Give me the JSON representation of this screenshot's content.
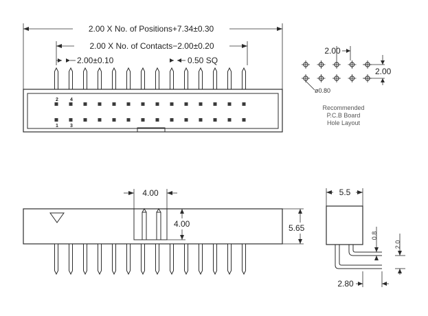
{
  "top_view": {
    "dim_overall": "2.00 X No. of Positions+7.34±0.30",
    "dim_contacts": "2.00 X No. of Contacts−2.00±0.20",
    "dim_pitch": "2.00±0.10",
    "dim_pin_size": "0.50 SQ",
    "pin_labels": {
      "p2": "2",
      "p4": "4",
      "p1": "1",
      "p3": "3"
    }
  },
  "hole_layout": {
    "dim_pitch_x": "2.00",
    "dim_pitch_y": "2.00",
    "dim_hole": "ø0.80",
    "caption_line1": "Recommended",
    "caption_line2": "P.C.B Board",
    "caption_line3": "Hole Layout"
  },
  "front_view": {
    "dim_key_width": "4.00",
    "dim_key_height": "4.00",
    "dim_height": "5.65"
  },
  "side_view": {
    "dim_width": "5.5",
    "dim_lead_a": "0.8",
    "dim_lead_b": "2.0",
    "dim_lead_length": "2.80"
  }
}
